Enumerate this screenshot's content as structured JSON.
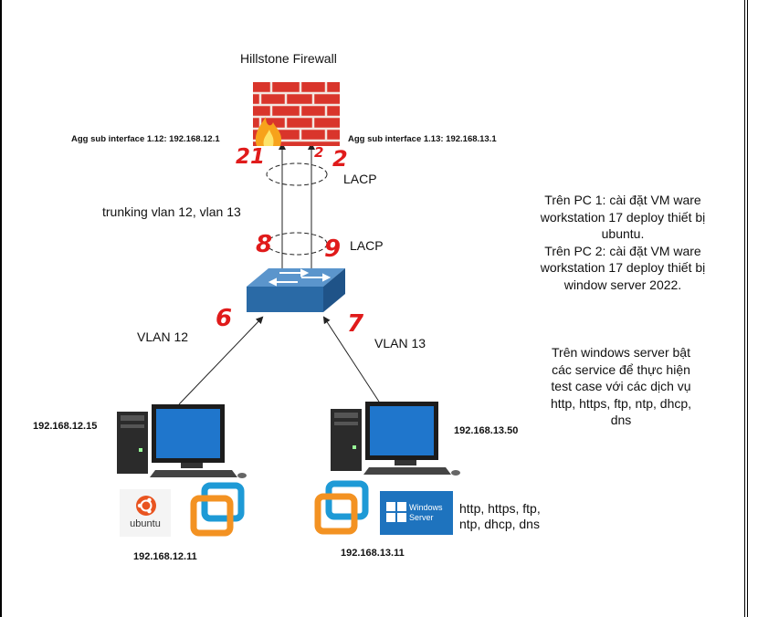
{
  "title": "Hillstone Firewall",
  "firewall": {
    "agg_left": "Agg sub interface 1.12: 192.168.12.1",
    "agg_right": "Agg sub interface 1.13: 192.168.13.1"
  },
  "lacp_top": "LACP",
  "lacp_bottom": "LACP",
  "trunk_label": "trunking vlan 12, vlan 13",
  "vlan_left": "VLAN 12",
  "vlan_right": "VLAN 13",
  "pc1_ip": "192.168.12.15",
  "pc2_ip": "192.168.13.50",
  "vm1_ip": "192.168.12.11",
  "vm2_ip": "192.168.13.11",
  "ubuntu_label": "ubuntu",
  "winserver_label_1": "Windows",
  "winserver_label_2": "Server",
  "services": {
    "line1": "http, https, ftp,",
    "line2": "ntp, dhcp, dns"
  },
  "note1": {
    "lines": [
      "Trên PC 1: cài đặt VM ware",
      "workstation 17 deploy thiết bị",
      "ubuntu.",
      "Trên PC 2: cài đặt VM ware",
      "workstation 17 deploy thiết bị",
      "window server 2022."
    ]
  },
  "note2": {
    "lines": [
      "Trên windows server bật",
      "các service để thực hiện",
      "test case với các dịch vụ",
      "http, https, ftp, ntp, dhcp,",
      "dns"
    ]
  },
  "port_numbers": {
    "fw_left": "21",
    "fw_right_small": "2",
    "fw_right": "2",
    "sw_left": "8",
    "sw_right": "9",
    "sw_down_left": "6",
    "sw_down_right": "7"
  },
  "colors": {
    "annotation": "#e01b1b",
    "switch": "#2a6aa6",
    "brick": "#d9352b",
    "vmware_blue": "#1e9ad6",
    "vmware_orange": "#f39222",
    "ubuntu_orange": "#e95420",
    "windows_blue": "#1e73be"
  }
}
